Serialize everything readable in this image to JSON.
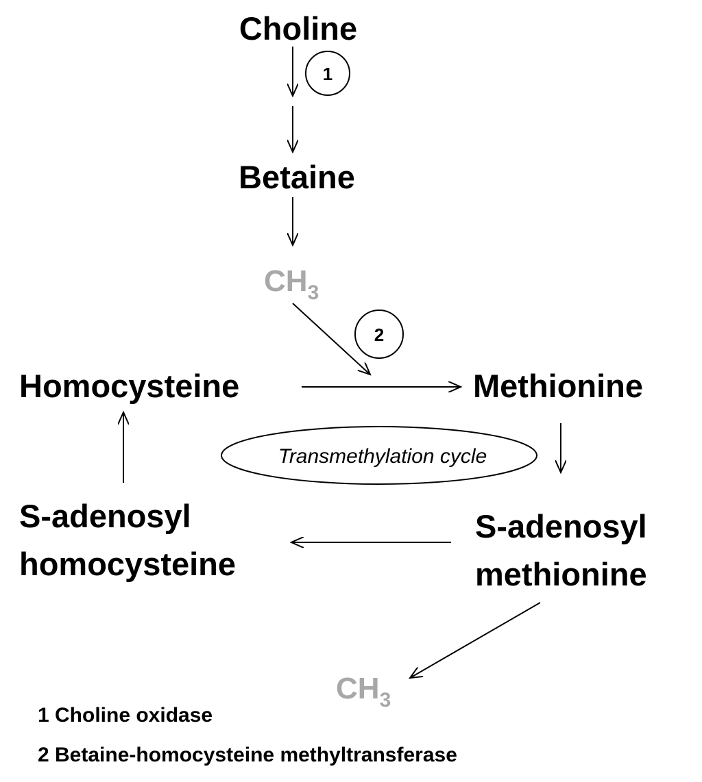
{
  "nodes": {
    "choline": "Choline",
    "betaine": "Betaine",
    "ch3_top": {
      "main": "CH",
      "sub": "3"
    },
    "homocysteine": "Homocysteine",
    "methionine": "Methionine",
    "sah_line1": "S-adenosyl",
    "sah_line2": "homocysteine",
    "sam_line1": "S-adenosyl",
    "sam_line2": "methionine",
    "ch3_bottom": {
      "main": "CH",
      "sub": "3"
    }
  },
  "enzymes": {
    "e1": "1",
    "e2": "2"
  },
  "cycle_label": "Transmethylation cycle",
  "legend": [
    "1 Choline oxidase",
    "2 Betaine-homocysteine methyltransferase"
  ],
  "colors": {
    "methyl": "#a8a8a8",
    "text": "#000000"
  }
}
